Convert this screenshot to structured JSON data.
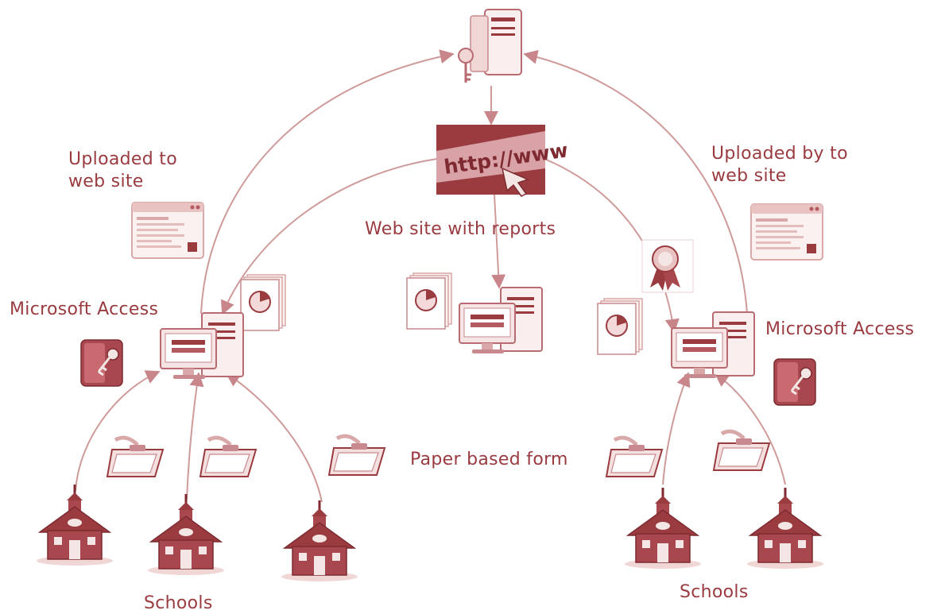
{
  "labels": {
    "uploaded_left": "Uploaded to\nweb site",
    "uploaded_right": "Uploaded by to\nweb site",
    "website_reports": "Web site with reports",
    "access_left": "Microsoft Access",
    "access_right": "Microsoft Access",
    "paper_form": "Paper based form",
    "schools_left": "Schools",
    "schools_right": "Schools"
  },
  "banner": {
    "text": "http://www"
  },
  "colors": {
    "primary": "#9a3b40",
    "dark": "#7e2a30",
    "light": "#f5e6e6",
    "mid": "#d9a8a8",
    "line": "#cf9a9a"
  },
  "icons": [
    "server-icon",
    "http-banner-icon",
    "webpage-icon",
    "report-icon",
    "computer-icon",
    "access-app-icon",
    "clipboard-icon",
    "award-ribbon-icon",
    "school-icon"
  ]
}
